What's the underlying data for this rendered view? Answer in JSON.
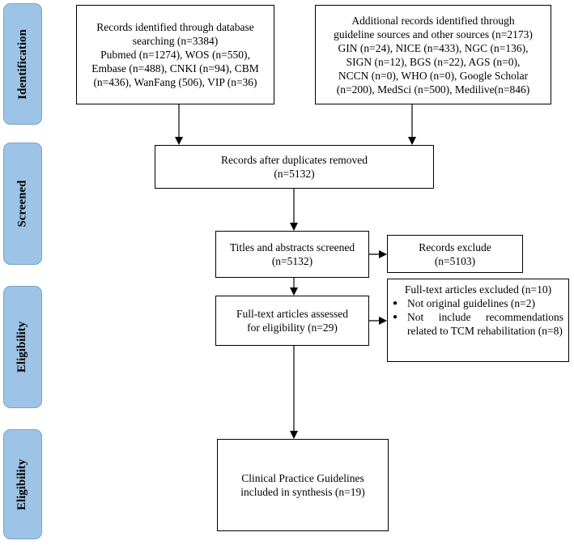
{
  "phases": [
    {
      "id": "identification",
      "label": "Identification"
    },
    {
      "id": "screened",
      "label": "Screened"
    },
    {
      "id": "eligibility1",
      "label": "Eligibility"
    },
    {
      "id": "eligibility2",
      "label": "Eligibility"
    }
  ],
  "boxes": {
    "database": {
      "lines": [
        "Records identified through database",
        "searching (n=3384)",
        "Pubmed (n=1274), WOS (n=550),",
        "Embase (n=488), CNKI (n=94), CBM",
        "(n=436), WanFang (506), VIP (n=36)"
      ]
    },
    "additional": {
      "lines": [
        "Additional records identified through",
        "guideline sources and other sources (n=2173)",
        "GIN (n=24), NICE (n=433), NGC (n=136),",
        "SIGN (n=12), BGS (n=22), AGS (n=0),",
        "NCCN (n=0), WHO (n=0), Google Scholar",
        "(n=200), MedSci (n=500), Medilive(n=846)"
      ]
    },
    "duplicates": {
      "lines": [
        "Records after duplicates removed",
        "(n=5132)"
      ]
    },
    "screened": {
      "lines": [
        "Titles and abstracts screened",
        "(n=5132)"
      ]
    },
    "excluded": {
      "lines": [
        "Records exclude",
        "(n=5103)"
      ]
    },
    "fulltext": {
      "lines": [
        "Full-text articles assessed",
        "for eligibility (n=29)"
      ]
    },
    "fulltext_excluded": {
      "title": "Full-text articles excluded (n=10)",
      "bullets": [
        "Not original guidelines (n=2)",
        "Not include recommendations related to TCM rehabilitation (n=8)"
      ]
    },
    "included": {
      "lines": [
        "Clinical Practice Guidelines",
        "included in synthesis (n=19)"
      ]
    }
  }
}
